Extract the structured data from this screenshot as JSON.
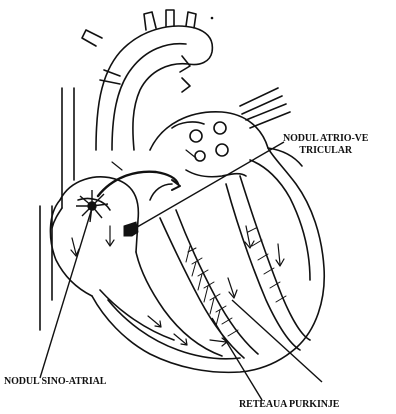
{
  "labels": {
    "av_node_line1": "NODUL ATRIO-VE",
    "av_node_line2": "TRICULAR",
    "sa_node": "NODUL SINO-ATRIAL",
    "purkinje": "RETEAUA PURKINJE"
  },
  "colors": {
    "ink": "#111111",
    "background": "#ffffff"
  }
}
